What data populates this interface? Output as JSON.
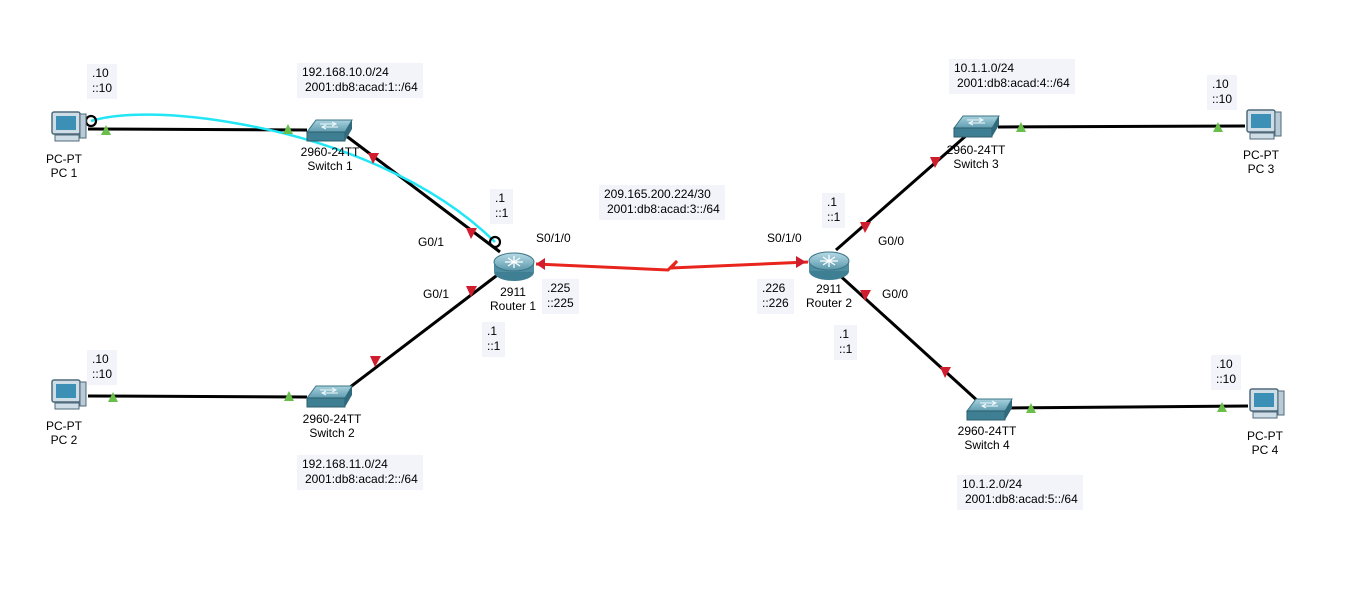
{
  "networks": {
    "lan1": {
      "ipv4": "192.168.10.0/24",
      "ipv6": "2001:db8:acad:1::/64"
    },
    "lan2": {
      "ipv4": "192.168.11.0/24",
      "ipv6": "2001:db8:acad:2::/64"
    },
    "wan": {
      "ipv4": "209.165.200.224/30",
      "ipv6": "2001:db8:acad:3::/64"
    },
    "lan3": {
      "ipv4": "10.1.1.0/24",
      "ipv6": "2001:db8:acad:4::/64"
    },
    "lan4": {
      "ipv4": "10.1.2.0/24",
      "ipv6": "2001:db8:acad:5::/64"
    }
  },
  "devices": {
    "pc1": {
      "model": "PC-PT",
      "name": "PC 1",
      "ipv4": ".10",
      "ipv6": "::10"
    },
    "pc2": {
      "model": "PC-PT",
      "name": "PC 2",
      "ipv4": ".10",
      "ipv6": "::10"
    },
    "pc3": {
      "model": "PC-PT",
      "name": "PC 3",
      "ipv4": ".10",
      "ipv6": "::10"
    },
    "pc4": {
      "model": "PC-PT",
      "name": "PC 4",
      "ipv4": ".10",
      "ipv6": "::10"
    },
    "sw1": {
      "model": "2960-24TT",
      "name": "Switch 1"
    },
    "sw2": {
      "model": "2960-24TT",
      "name": "Switch 2"
    },
    "sw3": {
      "model": "2960-24TT",
      "name": "Switch 3"
    },
    "sw4": {
      "model": "2960-24TT",
      "name": "Switch 4"
    },
    "r1": {
      "model": "2911",
      "name": "Router 1",
      "g01a": {
        "port": "G0/1",
        "ipv4": ".1",
        "ipv6": "::1"
      },
      "g01b": {
        "port": "G0/1",
        "ipv4": ".1",
        "ipv6": "::1"
      },
      "s010": {
        "port": "S0/1/0",
        "ipv4": ".225",
        "ipv6": "::225"
      }
    },
    "r2": {
      "model": "2911",
      "name": "Router 2",
      "s010": {
        "port": "S0/1/0",
        "ipv4": ".226",
        "ipv6": "::226"
      },
      "g00a": {
        "port": "G0/0",
        "ipv4": ".1",
        "ipv6": "::1"
      },
      "g00b": {
        "port": "G0/0",
        "ipv4": ".1",
        "ipv6": "::1"
      }
    }
  },
  "colors": {
    "link": "#000000",
    "serial": "#e8241c",
    "port_up": "#6abf4b",
    "port_down": "#d01d2e",
    "cable_drag": "#22e6f5",
    "note_bg": "#f3f4fa"
  }
}
